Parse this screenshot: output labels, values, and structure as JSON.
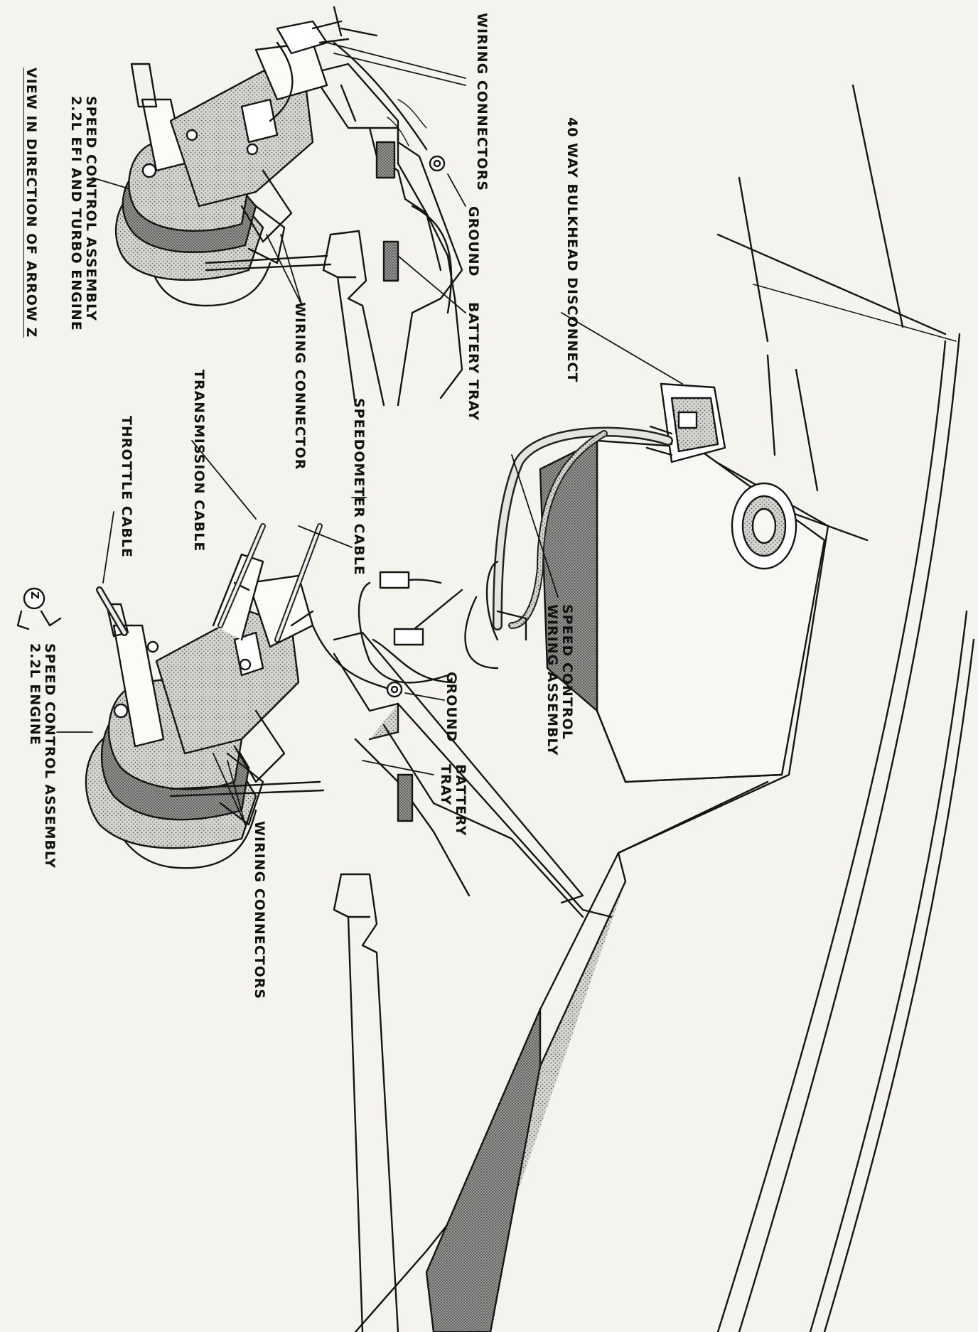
{
  "labels": {
    "wiring_connectors_top": "WIRING CONNECTORS",
    "forty_way": "40 WAY BULKHEAD DISCONNECT",
    "ground_top": "GROUND",
    "battery_tray_top": "BATTERY TRAY",
    "wiring_connector_mid": "WIRING CONNECTOR",
    "speed_control_efi_line1": "SPEED CONTROL ASSEMBLY",
    "speed_control_efi_line2": "2.2L EFI AND TURBO ENGINE",
    "view_arrow_z": "VIEW IN DIRECTION OF ARROW Z",
    "speedometer_cable": "SPEEDOMETER CABLE",
    "transmission_cable": "TRANSMISSION CABLE",
    "throttle_cable": "THROTTLE CABLE",
    "speed_control_wiring_line1": "SPEED CONTROL",
    "speed_control_wiring_line2": "WIRING ASSEMBLY",
    "ground_bottom": "GROUND",
    "battery_tray_bottom_line1": "BATTERY",
    "battery_tray_bottom_line2": "TRAY",
    "speed_control_22_line1": "SPEED CONTROL ASSEMBLY",
    "speed_control_22_line2": "2.2L ENGINE",
    "wiring_connectors_bottom": "WIRING CONNECTORS",
    "arrow_z_letter": "Z"
  }
}
